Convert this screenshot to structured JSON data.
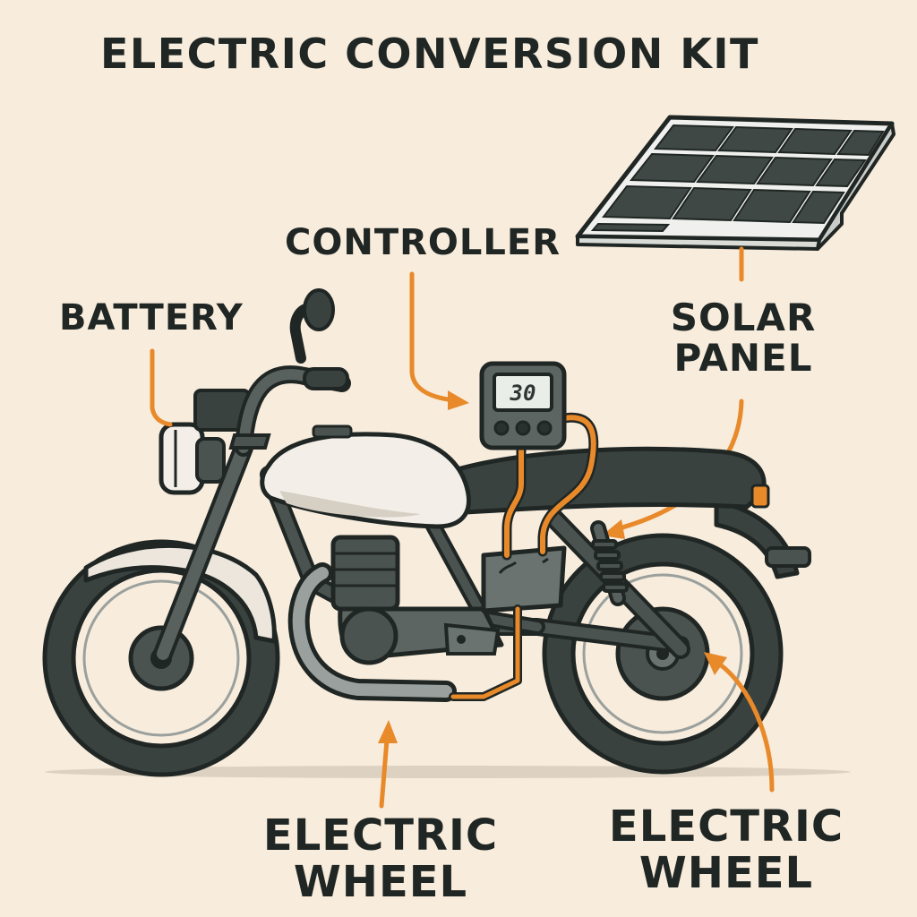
{
  "title": "ELECTRIC CONVERSION KIT",
  "labels": {
    "controller": "CONTROLLER",
    "battery": "BATTERY",
    "solar_panel": [
      "SOLAR",
      "PANEL"
    ],
    "electric_wheel_front": [
      "ELECTRIC",
      "WHEEL"
    ],
    "electric_wheel_rear": [
      "ELECTRIC",
      "WHEEL"
    ]
  },
  "controller_display": "30",
  "colors": {
    "background": "#f8ecdc",
    "outline": "#1f2624",
    "accent_wire": "#e8892a",
    "bike_dark": "#3c4442",
    "tank": "#f3efe8"
  }
}
